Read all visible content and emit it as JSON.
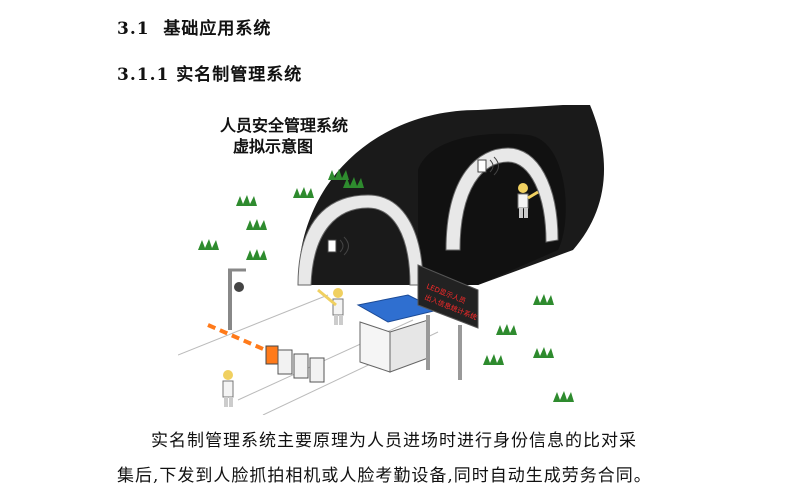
{
  "section": {
    "number": "3.1",
    "title": "基础应用系统"
  },
  "subsection": {
    "number": "3.1.1",
    "title": "实名制管理系统"
  },
  "figure": {
    "title_line1": "人员安全管理系统",
    "title_line2": "虚拟示意图",
    "led_line1": "LED显示人员",
    "led_line2": "出入信息统计系统"
  },
  "paragraph": {
    "line1": "实名制管理系统主要原理为人员进场时进行身份信息的比对采",
    "line2": "集后,下发到人脸抓拍相机或人脸考勤设备,同时自动生成劳务合同。"
  },
  "colors": {
    "tunnel": "#1a1a1a",
    "tunnel_lining": "#e8e8e8",
    "booth_roof": "#2f6fd0",
    "barrier": "#ff7a1a",
    "grass": "#2e8b2e",
    "led_text": "#ff2a2a"
  }
}
